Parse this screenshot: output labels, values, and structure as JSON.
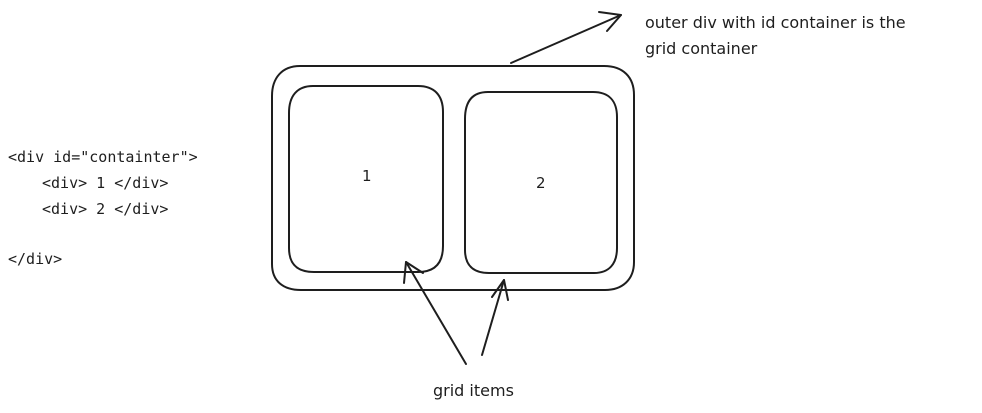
{
  "code": {
    "open_tag": "<div id=\"containter\">",
    "child_1": "<div> 1 </div>",
    "child_2": "<div> 2 </div>",
    "close_tag": "</div>"
  },
  "grid": {
    "item_1_label": "1",
    "item_2_label": "2"
  },
  "annotations": {
    "container_note_line_1": "outer div with id container is the",
    "container_note_line_2": "grid container",
    "items_note": "grid items"
  },
  "colors": {
    "stroke": "#1e1e1e",
    "background": "#ffffff"
  }
}
